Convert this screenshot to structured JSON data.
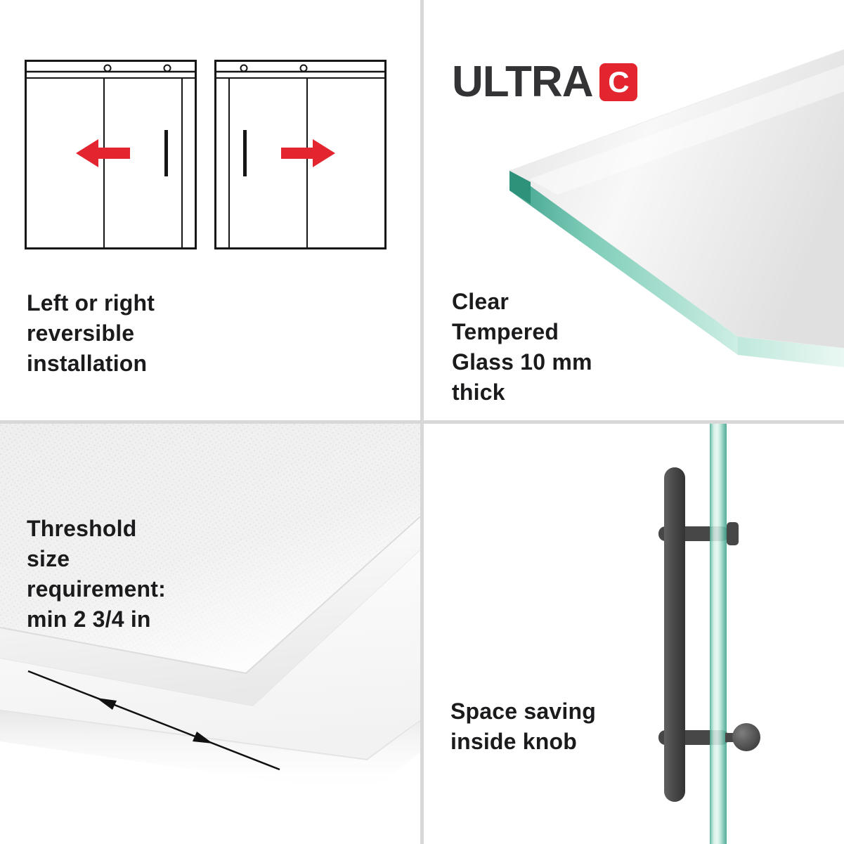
{
  "brand": {
    "name": "ULTRA",
    "badge_letter": "C"
  },
  "panels": {
    "reversible": {
      "caption": "Left or right\nreversible\ninstallation"
    },
    "glass": {
      "caption": "Clear\nTempered\nGlass 10 mm\nthick"
    },
    "threshold": {
      "caption": "Threshold\nsize\nrequirement:\nmin 2 3/4 in"
    },
    "knob": {
      "caption": "Space saving\ninside knob"
    }
  },
  "colors": {
    "accent_red": "#e32530",
    "glass_teal": "#5cbca7",
    "handle_gray": "#474747",
    "divider_gray": "#d8d8d8",
    "text": "#1b1b1d"
  }
}
